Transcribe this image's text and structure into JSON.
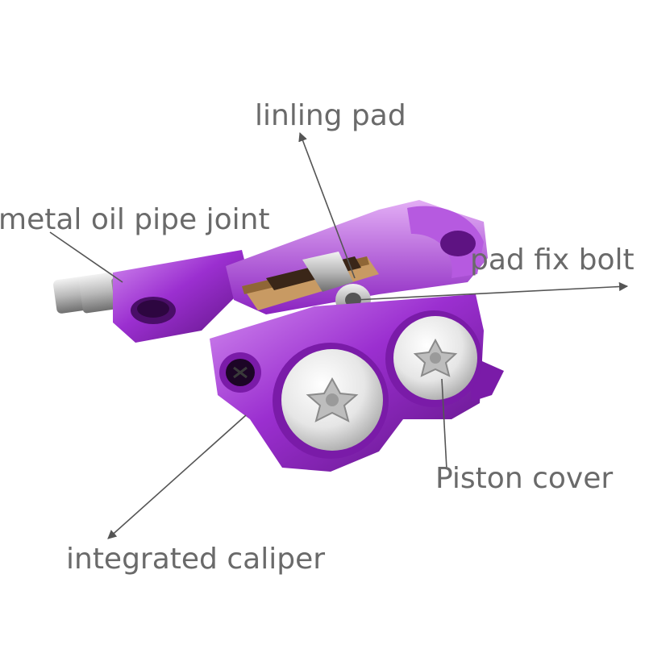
{
  "labels": {
    "linling_pad": "linling pad",
    "metal_oil_pipe_joint": "metal oil pipe joint",
    "pad_fix_bolt": "pad fix bolt",
    "piston_cover": "Piston cover",
    "integrated_caliper": "integrated caliper"
  },
  "colors": {
    "caliper_body": "#9b2fd0",
    "caliper_dark": "#5e1382",
    "caliper_light": "#d38cf0",
    "cover_silver": "#e6e6e6",
    "pipe_steel": "#b9b9b9",
    "pad_copper": "#c89a63",
    "label_text": "#6a6a6a",
    "leader_line": "#555555"
  }
}
